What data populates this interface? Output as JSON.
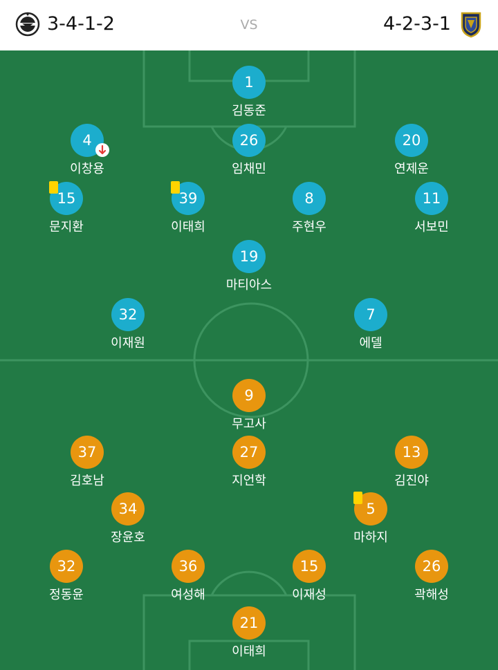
{
  "header": {
    "home_formation": "3-4-1-2",
    "vs": "VS",
    "away_formation": "4-2-3-1",
    "home_logo_icon": "club-crest-icon",
    "away_logo_icon": "club-crest-icon"
  },
  "colors": {
    "pitch": "#227a45",
    "away_badge": "#1cadcd",
    "home_badge": "#e8960f",
    "yellow_card": "#ffd400",
    "sub_arrow": "#e53935"
  },
  "away_players": [
    {
      "number": "1",
      "name": "김동준"
    },
    {
      "number": "4",
      "name": "이창용",
      "sub_off": true
    },
    {
      "number": "26",
      "name": "임채민"
    },
    {
      "number": "20",
      "name": "연제운"
    },
    {
      "number": "15",
      "name": "문지환",
      "yellow_card": true
    },
    {
      "number": "39",
      "name": "이태희",
      "yellow_card": true
    },
    {
      "number": "8",
      "name": "주현우"
    },
    {
      "number": "11",
      "name": "서보민"
    },
    {
      "number": "19",
      "name": "마티아스"
    },
    {
      "number": "32",
      "name": "이재원"
    },
    {
      "number": "7",
      "name": "에델"
    }
  ],
  "home_players": [
    {
      "number": "9",
      "name": "무고사"
    },
    {
      "number": "37",
      "name": "김호남"
    },
    {
      "number": "27",
      "name": "지언학"
    },
    {
      "number": "13",
      "name": "김진야"
    },
    {
      "number": "34",
      "name": "장윤호"
    },
    {
      "number": "5",
      "name": "마하지",
      "yellow_card": true
    },
    {
      "number": "32",
      "name": "정동윤"
    },
    {
      "number": "36",
      "name": "여성해"
    },
    {
      "number": "15",
      "name": "이재성"
    },
    {
      "number": "26",
      "name": "곽해성"
    },
    {
      "number": "21",
      "name": "이태희"
    }
  ]
}
